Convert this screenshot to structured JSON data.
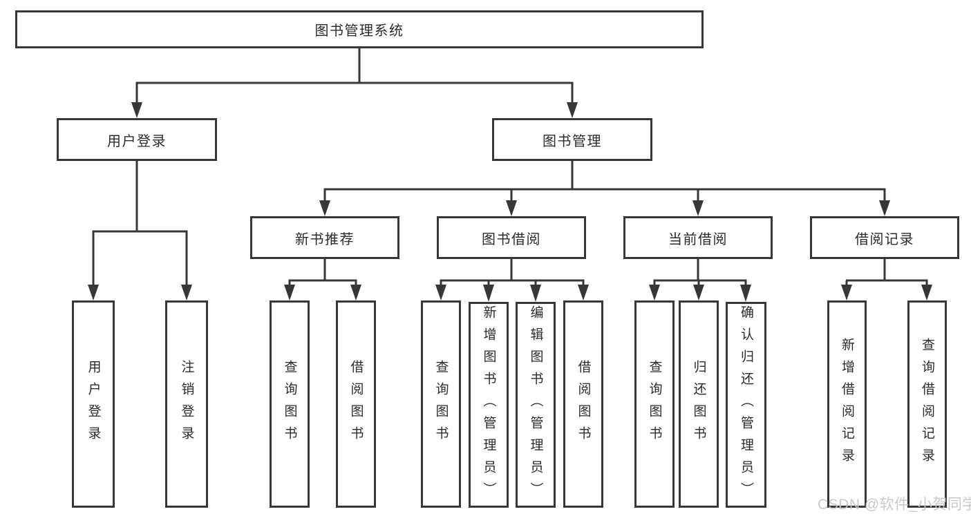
{
  "diagram_type": "hierarchy-tree",
  "colors": {
    "line": "#373737",
    "box_border": "#373737",
    "box_fill": "#ffffff",
    "text": "#2b2b2b",
    "watermark": "#c6c6c6"
  },
  "tree": {
    "label": "图书管理系统",
    "children": [
      {
        "label": "用户登录",
        "children": [
          {
            "label": "用户登录"
          },
          {
            "label": "注销登录"
          }
        ]
      },
      {
        "label": "图书管理",
        "children": [
          {
            "label": "新书推荐",
            "children": [
              {
                "label": "查询图书"
              },
              {
                "label": "借阅图书"
              }
            ]
          },
          {
            "label": "图书借阅",
            "children": [
              {
                "label": "查询图书"
              },
              {
                "label": "新增图书（管理员）"
              },
              {
                "label": "编辑图书（管理员）"
              },
              {
                "label": "借阅图书"
              }
            ]
          },
          {
            "label": "当前借阅",
            "children": [
              {
                "label": "查询图书"
              },
              {
                "label": "归还图书"
              },
              {
                "label": "确认归还（管理员）"
              }
            ]
          },
          {
            "label": "借阅记录",
            "children": [
              {
                "label": "新增借阅记录"
              },
              {
                "label": "查询借阅记录"
              }
            ]
          }
        ]
      }
    ]
  },
  "watermark": {
    "text": "CSDN @软件_小贺同学"
  }
}
